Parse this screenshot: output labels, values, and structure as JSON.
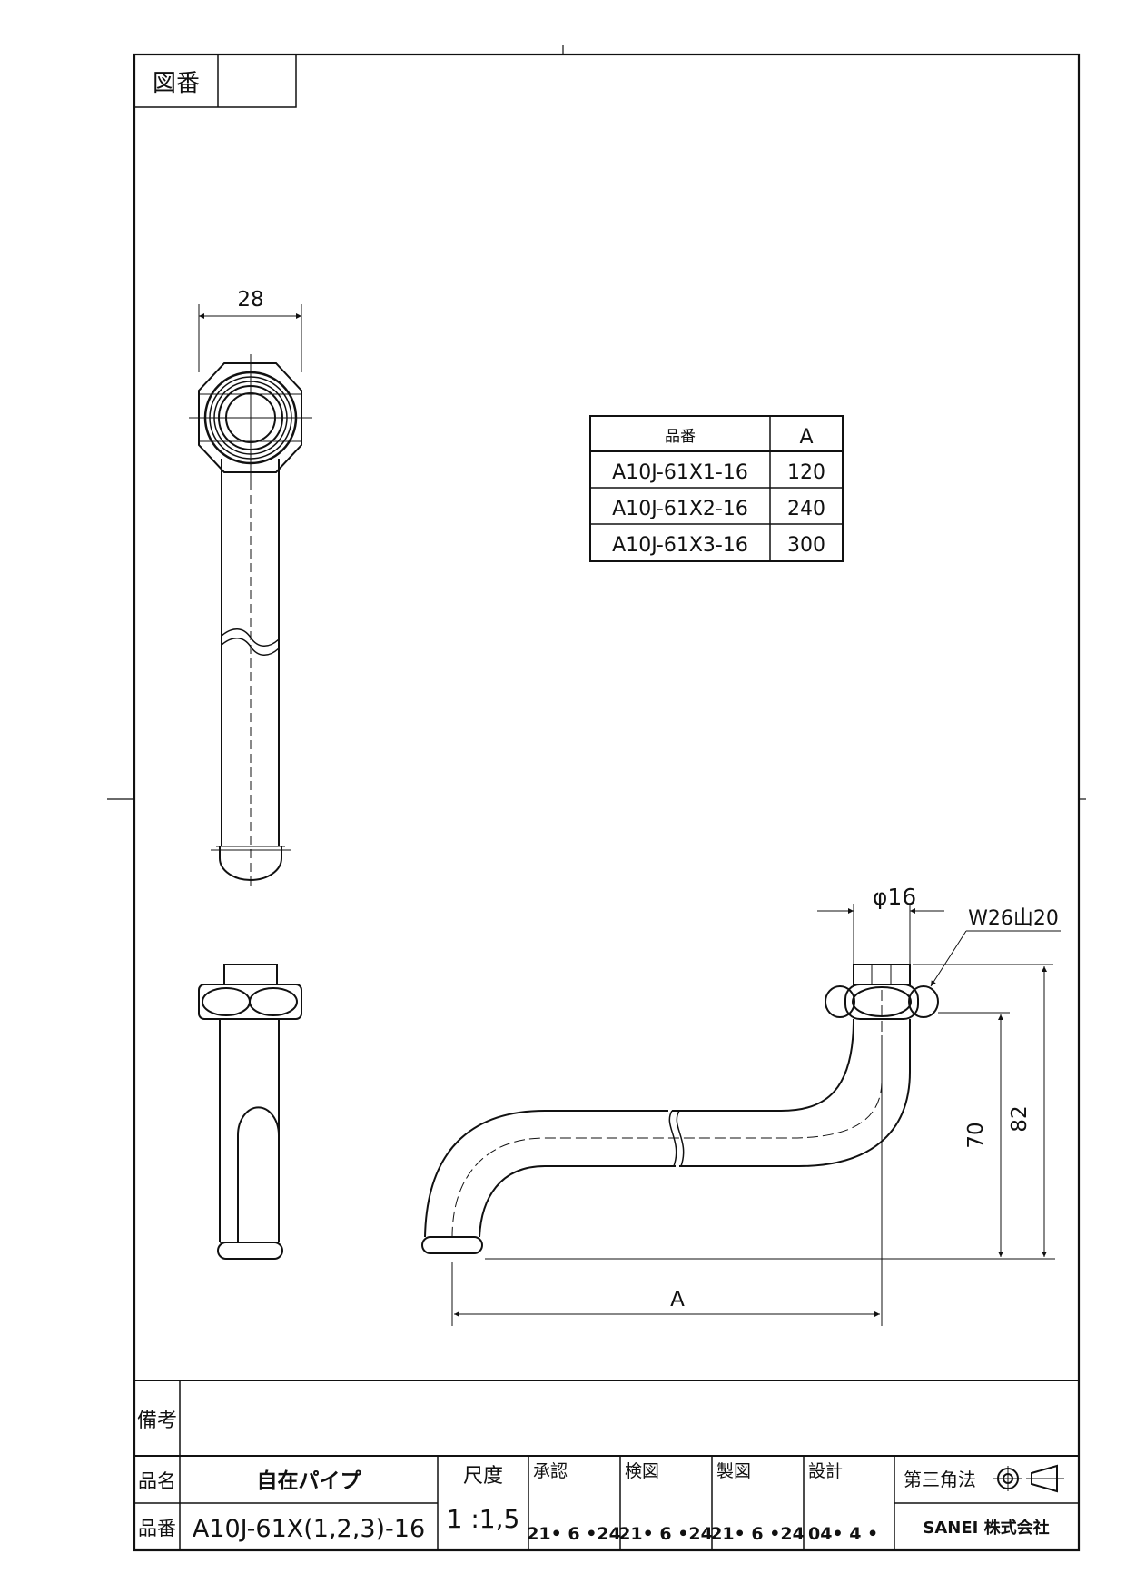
{
  "corner_box": {
    "label": "図番",
    "value": ""
  },
  "parts_table": {
    "headers": [
      "品番",
      "A"
    ],
    "rows": [
      {
        "part_number": "A10J-61X1-16",
        "a": "120"
      },
      {
        "part_number": "A10J-61X2-16",
        "a": "240"
      },
      {
        "part_number": "A10J-61X3-16",
        "a": "300"
      }
    ]
  },
  "dimensions": {
    "top_width": "28",
    "diameter": "φ16",
    "thread": "W26山20",
    "height_inner": "70",
    "height_outer": "82",
    "length": "A"
  },
  "title_block": {
    "remarks_label": "備考",
    "remarks_value": "",
    "name_label": "品名",
    "name_value": "自在パイプ",
    "number_label": "品番",
    "number_value": "A10J-61X(1,2,3)-16",
    "scale_label": "尺度",
    "scale_value": "1 :1,5",
    "approval_label": "承認",
    "approval_date": "21• 6 •24",
    "check_label": "検図",
    "check_date": "21• 6 •24",
    "drafting_label": "製図",
    "drafting_date": "21• 6 •24",
    "design_label": "設計",
    "design_date": "04• 4 •",
    "projection_label": "第三角法",
    "company": "SANEI 株式会社"
  }
}
